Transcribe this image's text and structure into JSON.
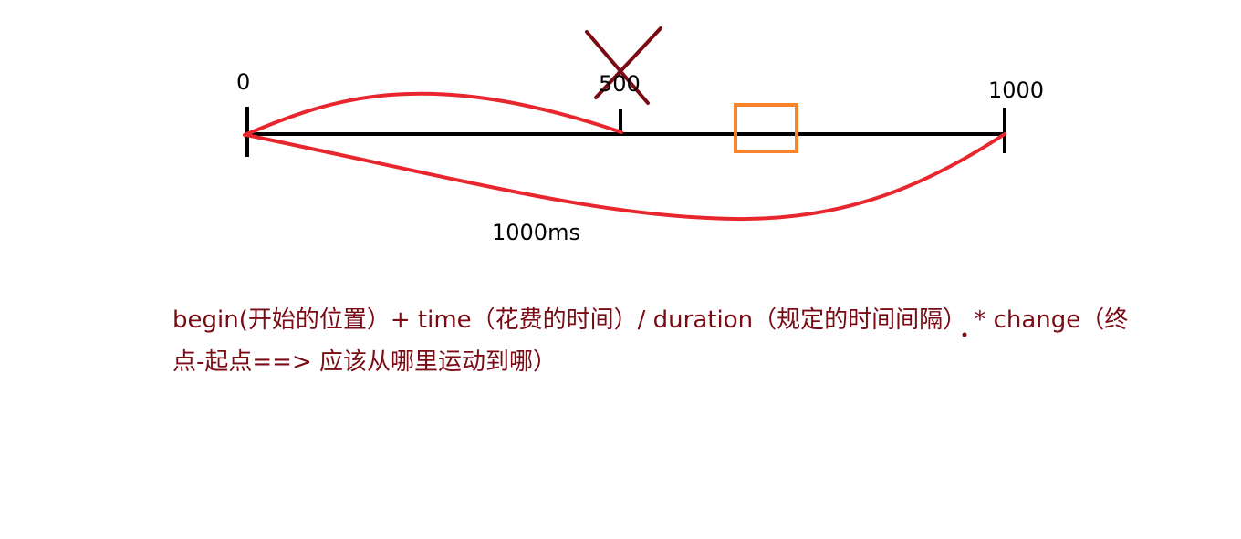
{
  "timeline": {
    "tick_start": "0",
    "tick_middle": "500",
    "tick_end": "1000",
    "duration": "1000ms"
  },
  "formula": {
    "line1": "begin(开始的位置）+ time（花费的时间）/ duration（规定的时间间隔） * change（终",
    "line2": "点-起点==> 应该从哪里运动到哪）"
  },
  "colors": {
    "axis": "#000000",
    "curve": "#e8262e",
    "cross": "#7a0a14",
    "box": "#f7842b",
    "formula_text": "#7a0a14"
  }
}
